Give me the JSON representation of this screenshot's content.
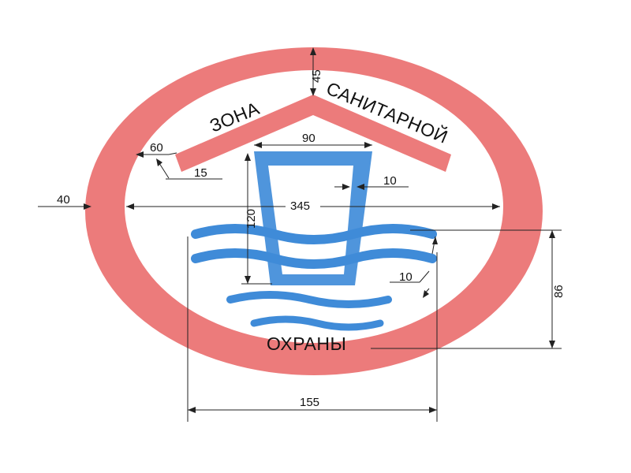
{
  "diagram": {
    "labels": {
      "top_left": "ЗОНА",
      "top_right": "САНИТАРНОЙ",
      "bottom": "ОХРАНЫ"
    },
    "dimensions": {
      "ring_width": "40",
      "top_gap": "45",
      "roof_length": "60",
      "roof_width": "15",
      "well_top_width": "90",
      "well_wall": "10",
      "inner_width": "345",
      "well_height": "120",
      "wave_thickness": "10",
      "waves_height": "86",
      "waves_width": "155"
    },
    "colors": {
      "ring": "#ec7b7b",
      "roof": "#ec7b7b",
      "well": "#4f95dc",
      "waves": "#3f8bd8",
      "lines": "#222222"
    }
  }
}
